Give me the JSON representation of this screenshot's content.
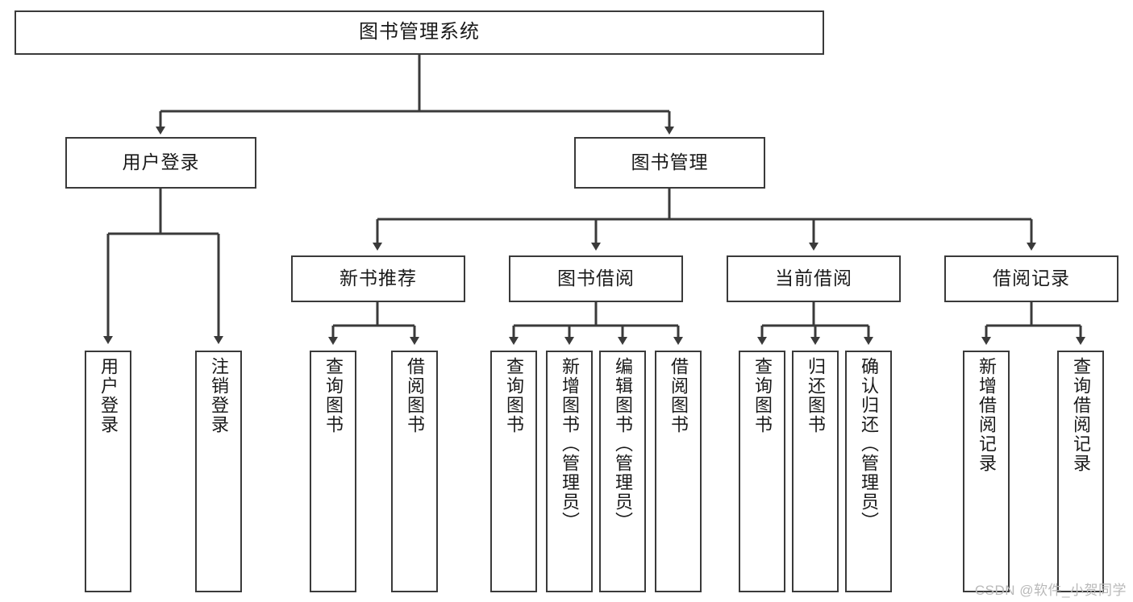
{
  "diagram": {
    "title": "图书管理系统",
    "type": "tree-hierarchy",
    "stroke_color": "#3a3a3a",
    "fill_color": "#ffffff",
    "text_color": "#1a1a1a"
  },
  "nodes": {
    "root": {
      "label": "图书管理系统"
    },
    "level2": [
      {
        "label": "用户登录"
      },
      {
        "label": "图书管理"
      }
    ],
    "level3": [
      {
        "label": "新书推荐"
      },
      {
        "label": "图书借阅"
      },
      {
        "label": "当前借阅"
      },
      {
        "label": "借阅记录"
      }
    ],
    "leaves": {
      "user_login": [
        {
          "label": "用户登录"
        },
        {
          "label": "注销登录"
        }
      ],
      "new_book": [
        {
          "label": "查询图书"
        },
        {
          "label": "借阅图书"
        }
      ],
      "book_borrow": [
        {
          "label": "查询图书"
        },
        {
          "label": "新增图书（管理员）"
        },
        {
          "label": "编辑图书（管理员）"
        },
        {
          "label": "借阅图书"
        }
      ],
      "current_borrow": [
        {
          "label": "查询图书"
        },
        {
          "label": "归还图书"
        },
        {
          "label": "确认归还（管理员）"
        }
      ],
      "borrow_record": [
        {
          "label": "新增借阅记录"
        },
        {
          "label": "查询借阅记录"
        }
      ]
    }
  },
  "watermark": {
    "text": "CSDN @软件_小贺同学"
  }
}
